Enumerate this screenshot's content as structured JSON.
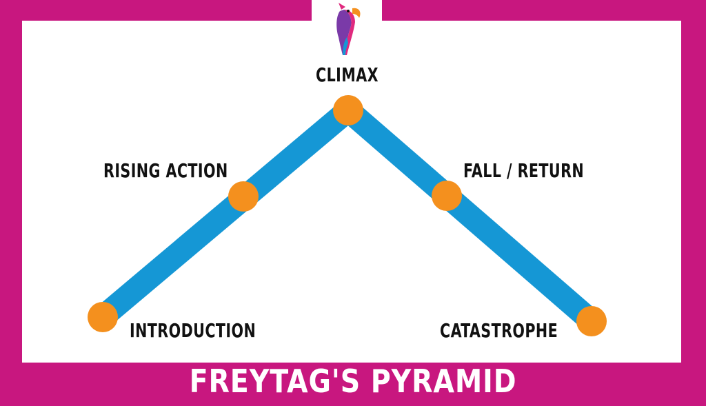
{
  "title": "FREYTAG'S PYRAMID",
  "stages": {
    "introduction": "INTRODUCTION",
    "rising_action": "RISING ACTION",
    "climax": "CLIMAX",
    "fall_return": "FALL / RETURN",
    "catastrophe": "CATASTROPHE"
  },
  "colors": {
    "frame": "#c8177f",
    "line": "#1597d5",
    "node": "#f4901e"
  },
  "logo": {
    "icon": "parrot-icon"
  }
}
